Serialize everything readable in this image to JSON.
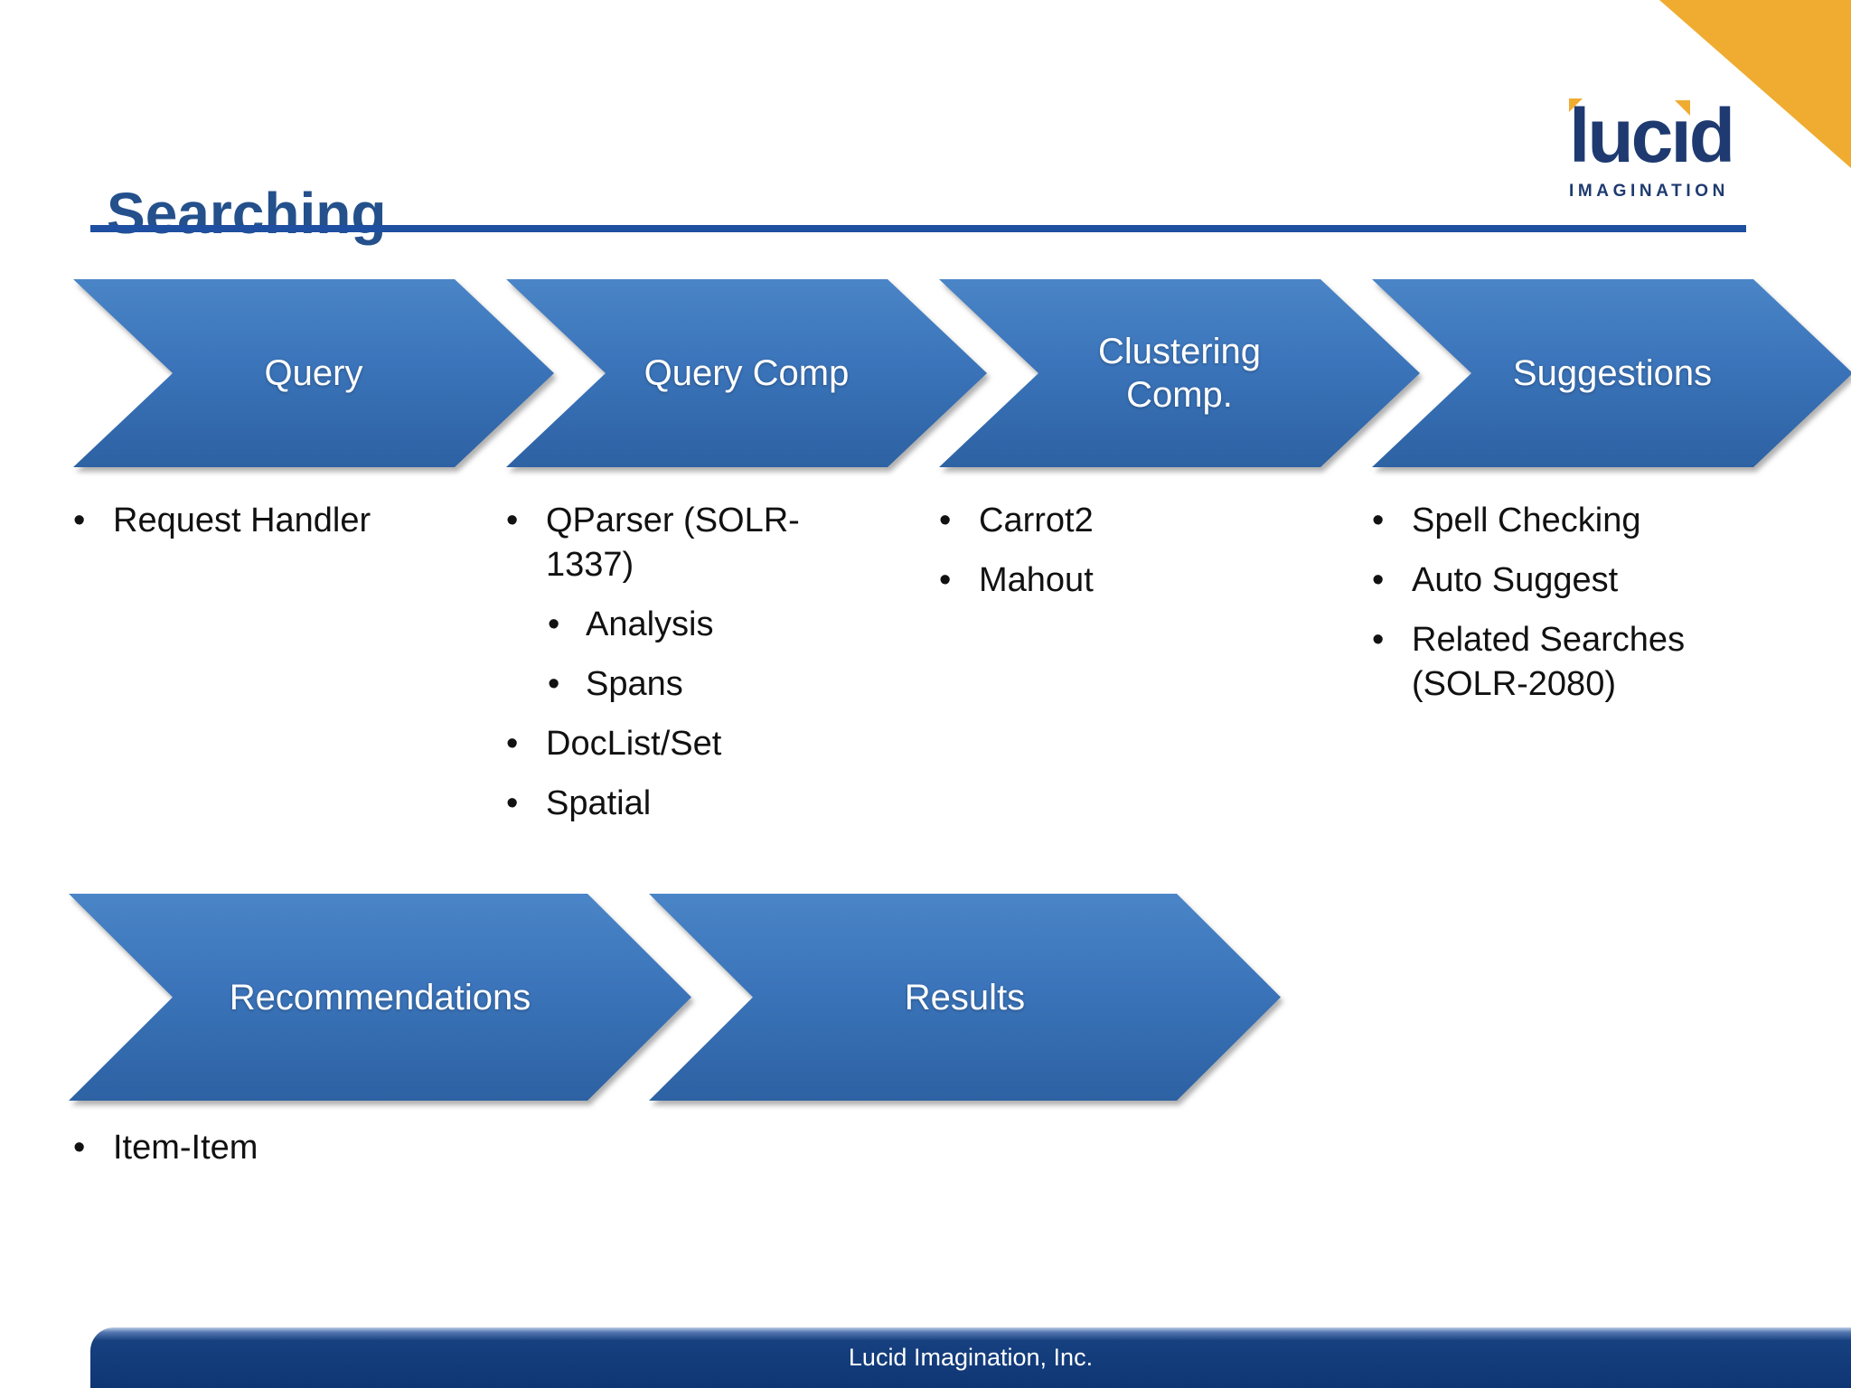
{
  "slide": {
    "title": "Searching",
    "footer_text": "Lucid Imagination, Inc.",
    "logo": {
      "word_start": "luc",
      "word_i": "ı",
      "word_end": "d",
      "subtitle": "IMAGINATION"
    },
    "colors": {
      "accent_yellow": "#efac31",
      "chevron_blue_top": "#4a85c7",
      "chevron_blue_bottom": "#2d62a3",
      "title_blue": "#24508c",
      "rule_blue": "#1e4fa0",
      "footer_navy": "#123a7c",
      "logo_navy": "#1e3a70",
      "body_text": "#111111"
    }
  },
  "diagram": {
    "row1": {
      "steps": [
        {
          "label": "Query",
          "bullets": [
            {
              "text": "Request Handler",
              "level": 1
            }
          ]
        },
        {
          "label": "Query Comp",
          "bullets": [
            {
              "text": "QParser (SOLR-1337)",
              "level": 1
            },
            {
              "text": "Analysis",
              "level": 2
            },
            {
              "text": "Spans",
              "level": 2
            },
            {
              "text": "DocList/Set",
              "level": 1
            },
            {
              "text": "Spatial",
              "level": 1
            }
          ]
        },
        {
          "label": "Clustering Comp.",
          "bullets": [
            {
              "text": "Carrot2",
              "level": 1
            },
            {
              "text": "Mahout",
              "level": 1
            }
          ]
        },
        {
          "label": "Suggestions",
          "bullets": [
            {
              "text": "Spell Checking",
              "level": 1
            },
            {
              "text": "Auto Suggest",
              "level": 1
            },
            {
              "text": "Related Searches (SOLR-2080)",
              "level": 1
            }
          ]
        }
      ]
    },
    "row2": {
      "steps": [
        {
          "label": "Recommendations",
          "bullets": [
            {
              "text": "Item-Item",
              "level": 1
            }
          ]
        },
        {
          "label": "Results",
          "bullets": []
        }
      ]
    }
  }
}
